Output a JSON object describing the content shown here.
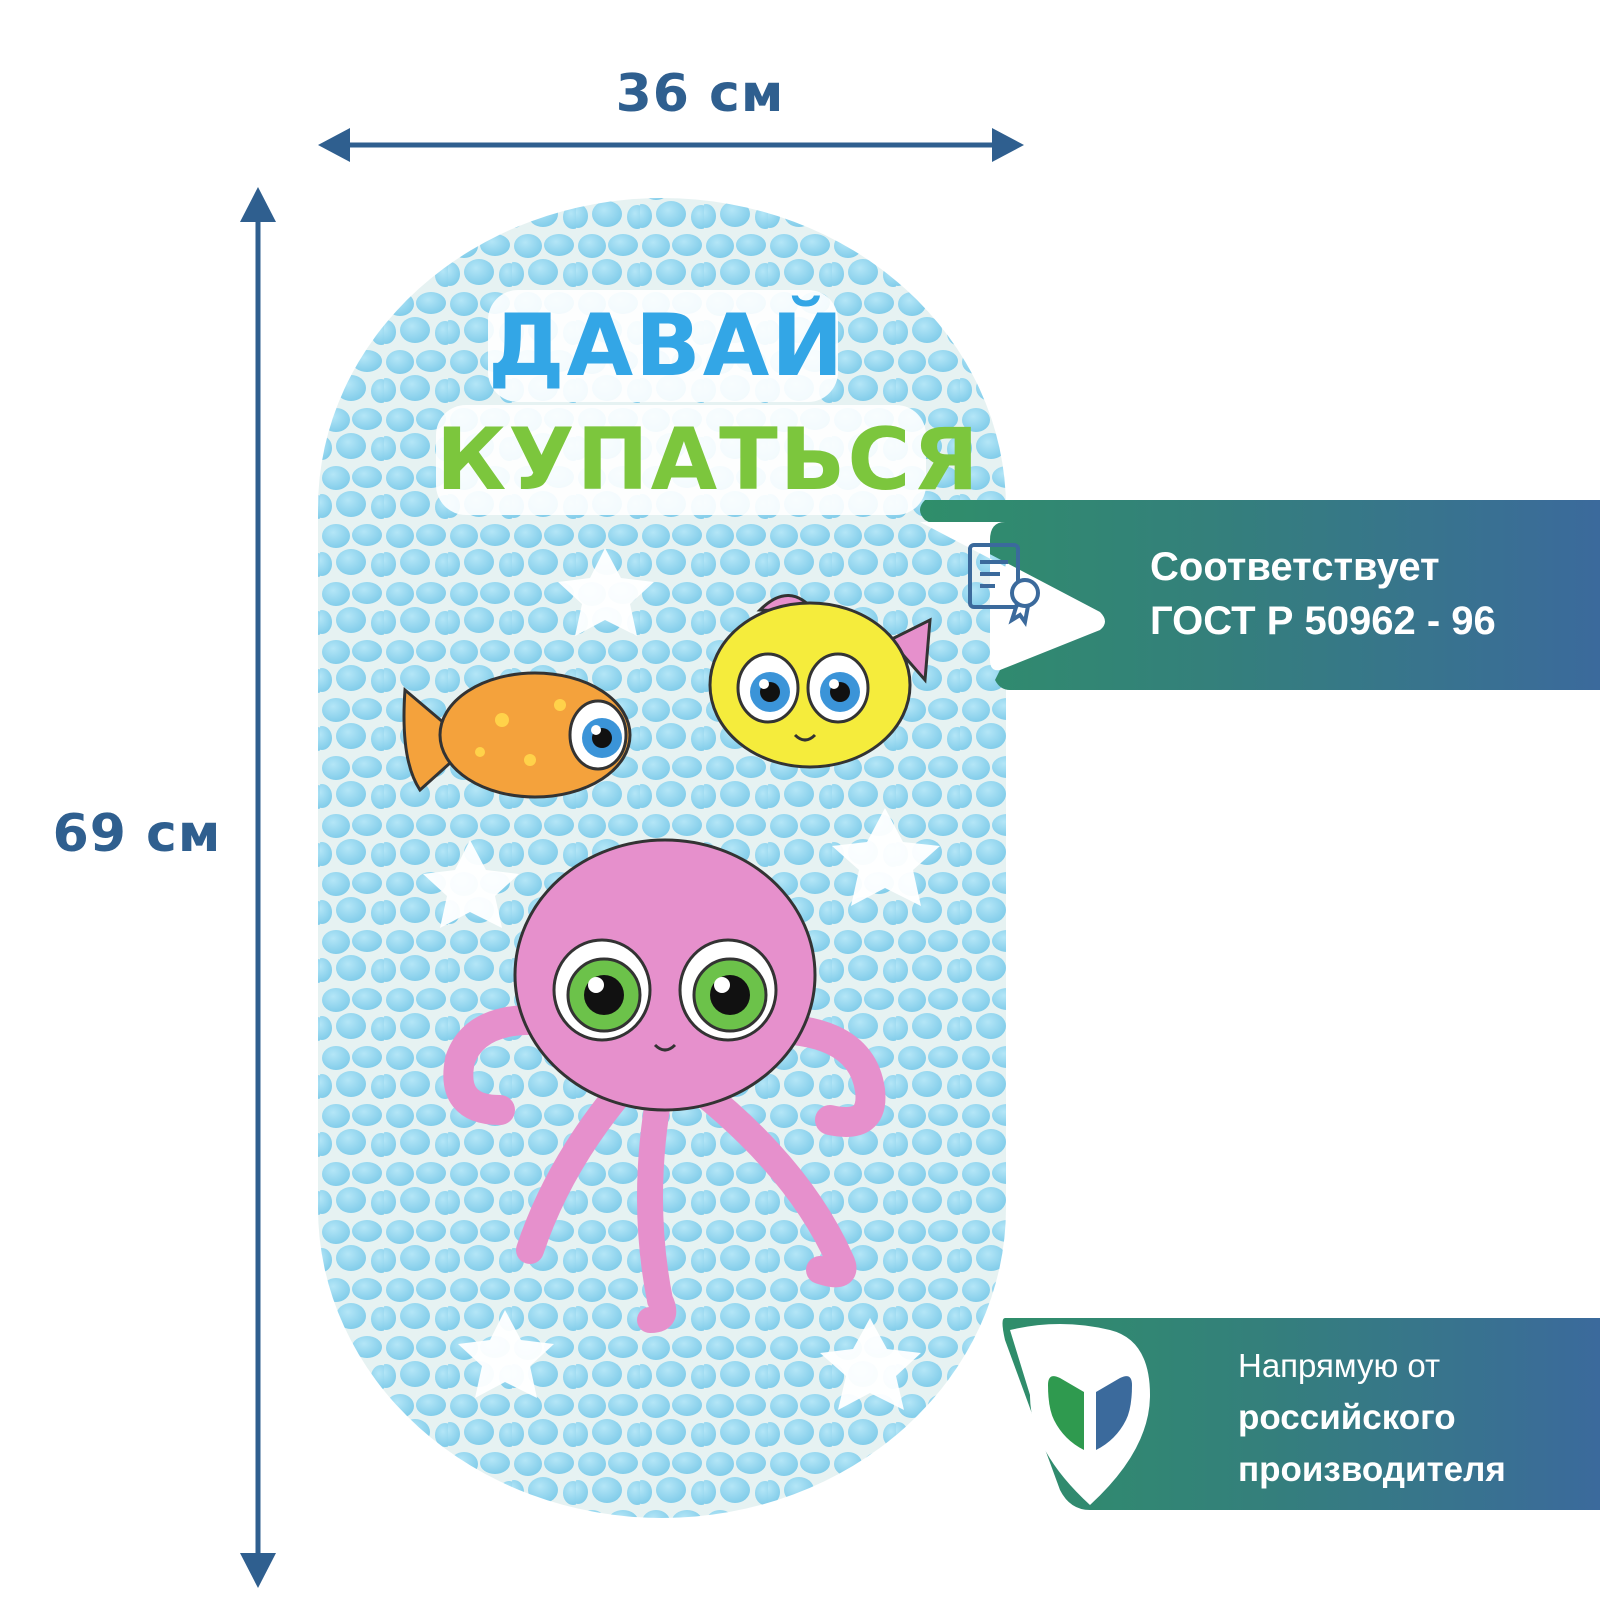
{
  "dimensions": {
    "width_label": "36 см",
    "height_label": "69 см"
  },
  "product": {
    "title_line1": "ДАВАЙ",
    "title_line2": "КУПАТЬСЯ"
  },
  "badges": {
    "gost": {
      "icon": "certificate-icon",
      "line1": "Соответствует",
      "line2": "ГОСТ Р 50962 - 96"
    },
    "maker": {
      "icon": "leaf-shield-icon",
      "line1": "Напрямую от",
      "line2": "российского",
      "line3": "производителя"
    }
  },
  "colors": {
    "dimension_blue": "#2f5f8f",
    "mat_blue": "#8fd3ef",
    "badge_green": "#2f8e6a",
    "badge_blue": "#3b6a9c",
    "octopus_pink": "#e690cc",
    "fish_orange": "#f4a23c",
    "fish_yellow": "#f5ec3c"
  }
}
